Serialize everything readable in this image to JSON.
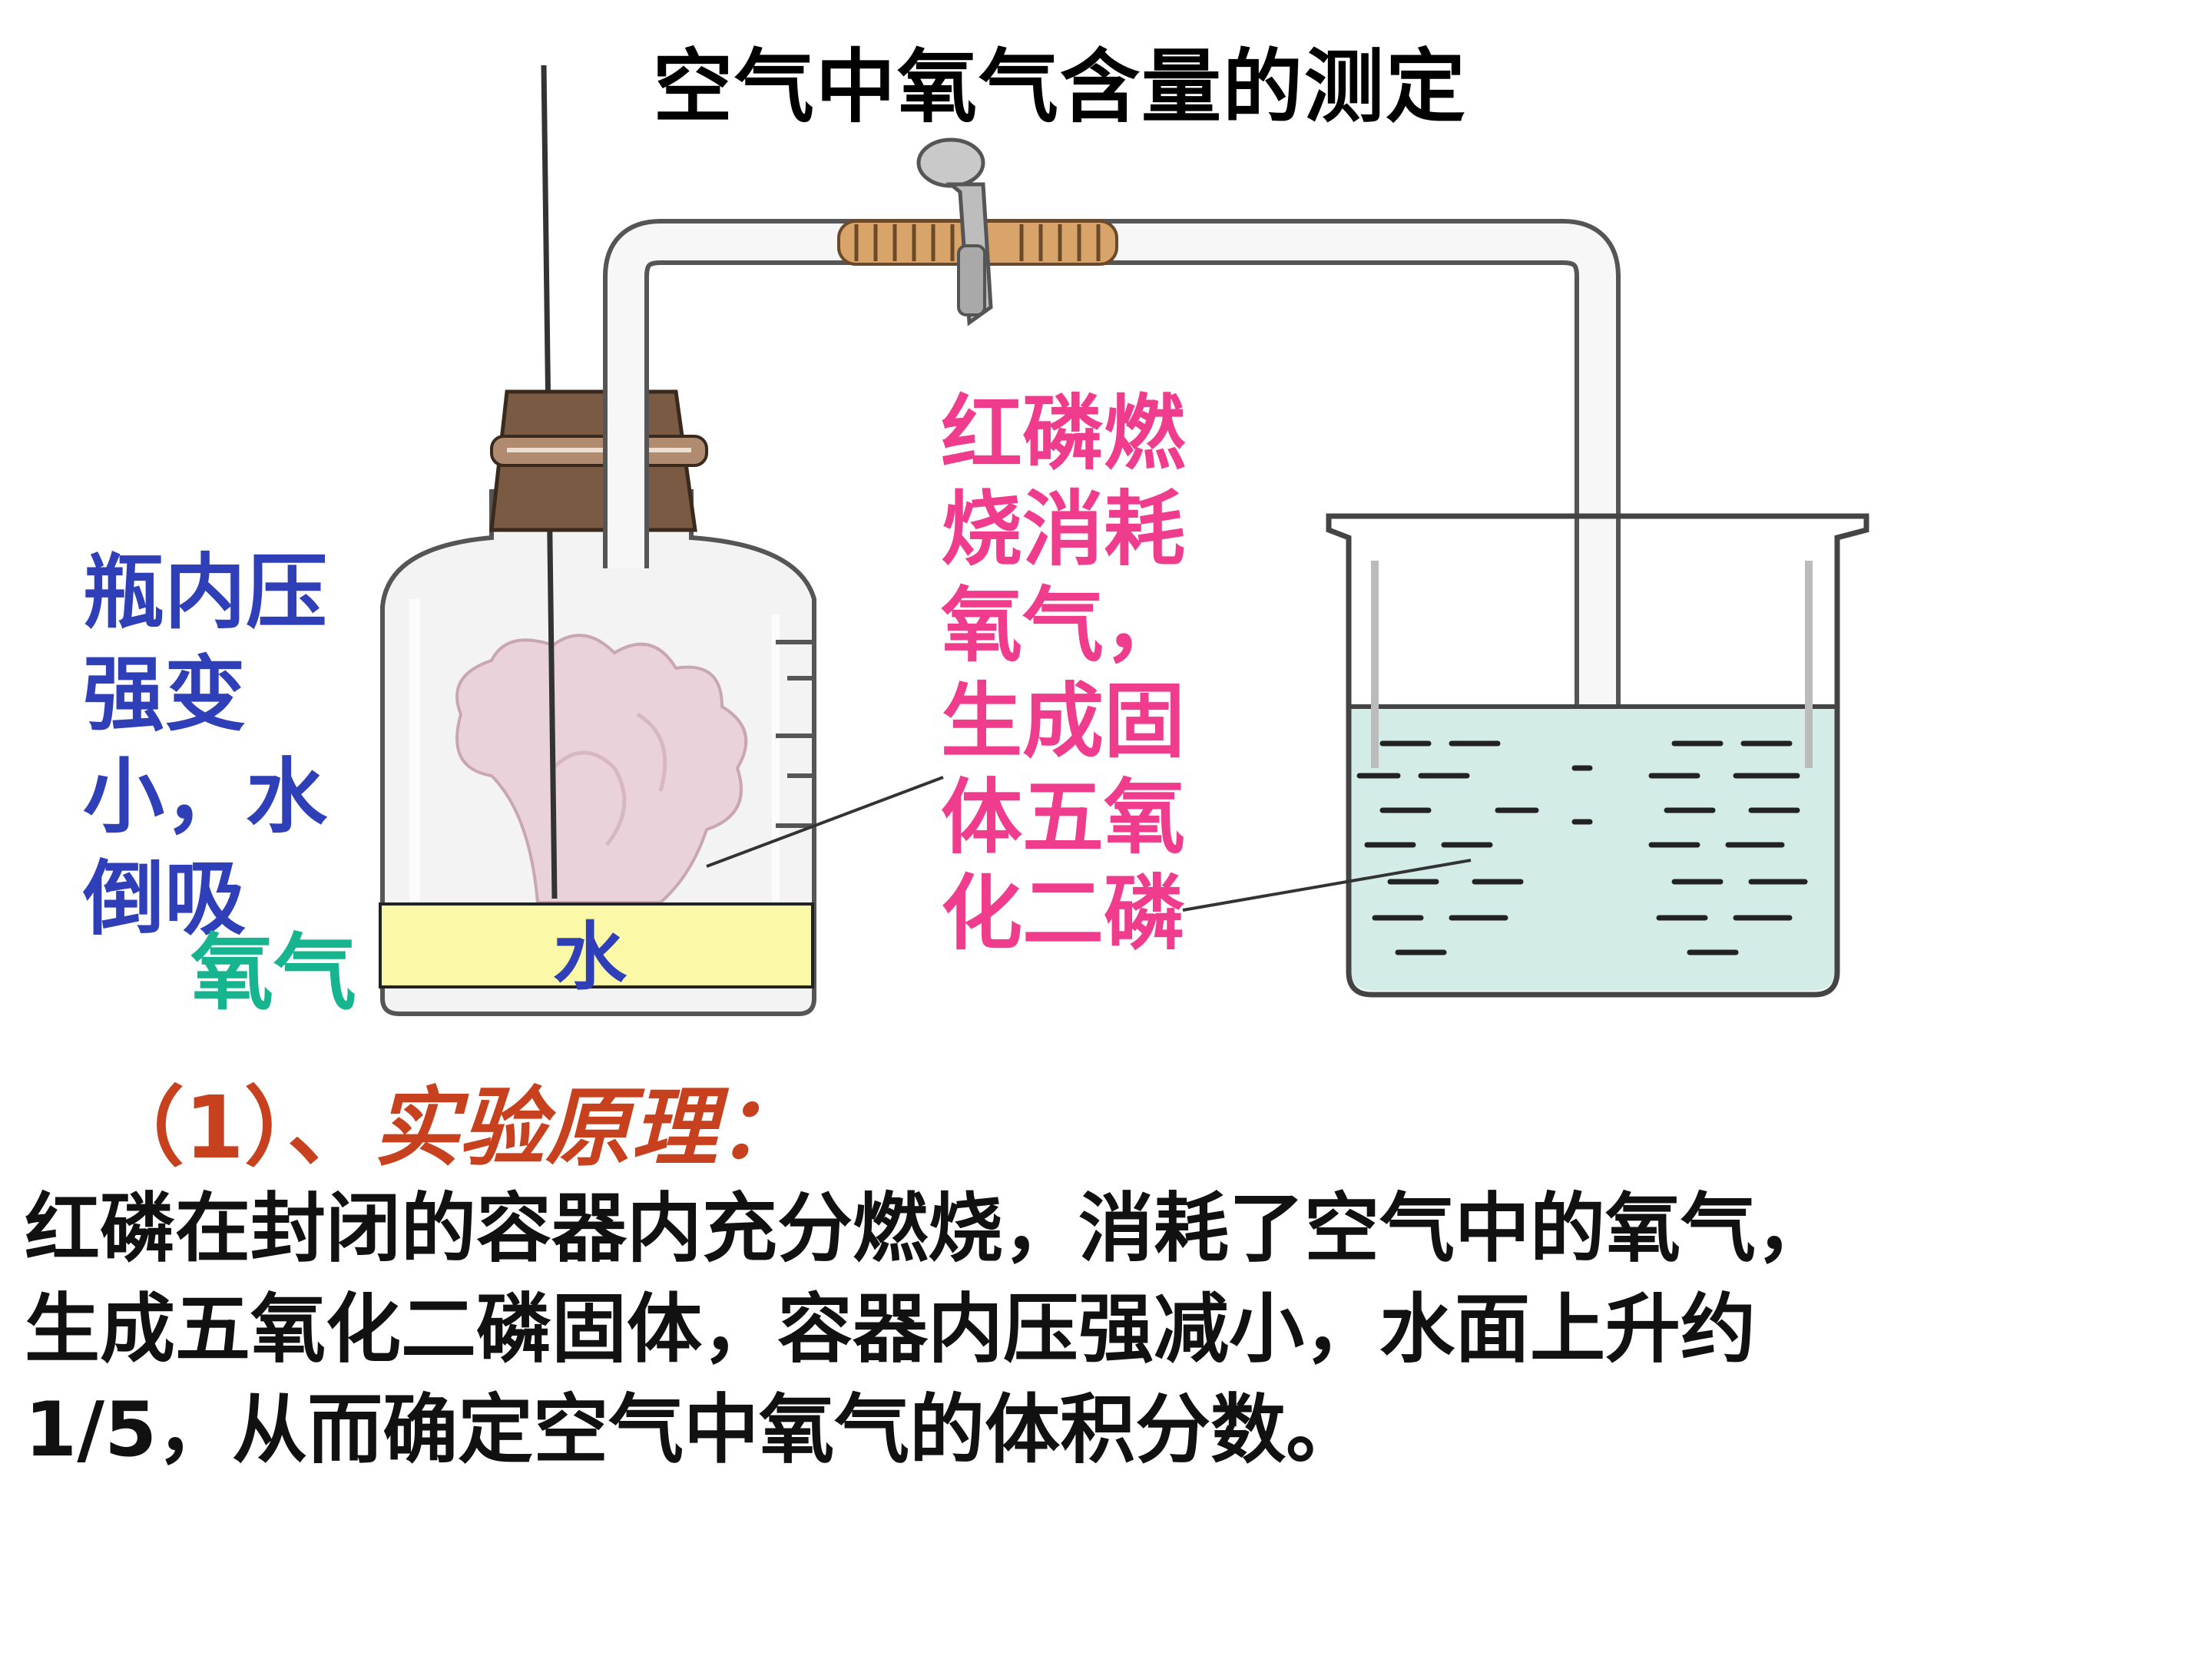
{
  "title": "空气中氧气含量的测定",
  "labels": {
    "combustion": "红磷燃烧消耗氧气，生成固体五氧化二磷",
    "pressure": "瓶内压强变小，水倒吸",
    "oxygen": "氧气",
    "water": "水"
  },
  "heading": {
    "number": "（1）、",
    "text": "实验原理："
  },
  "body": {
    "line1": "红磷在封闭的容器内充分燃烧，消耗了空气中的氧气，",
    "line2": "生成五氧化二磷固体，容器内压强减小，水面上升约",
    "line3": "1/5，从而确定空气中氧气的体积分数。"
  },
  "colors": {
    "pink": "#ef3c8c",
    "blue": "#2e3fb8",
    "teal": "#17b58f",
    "heading_red": "#c8411e",
    "water_box": "#fbf8a8",
    "water": "#d4ece7",
    "stopper": "#7a5a42",
    "smoke": "#e8cfd8"
  }
}
